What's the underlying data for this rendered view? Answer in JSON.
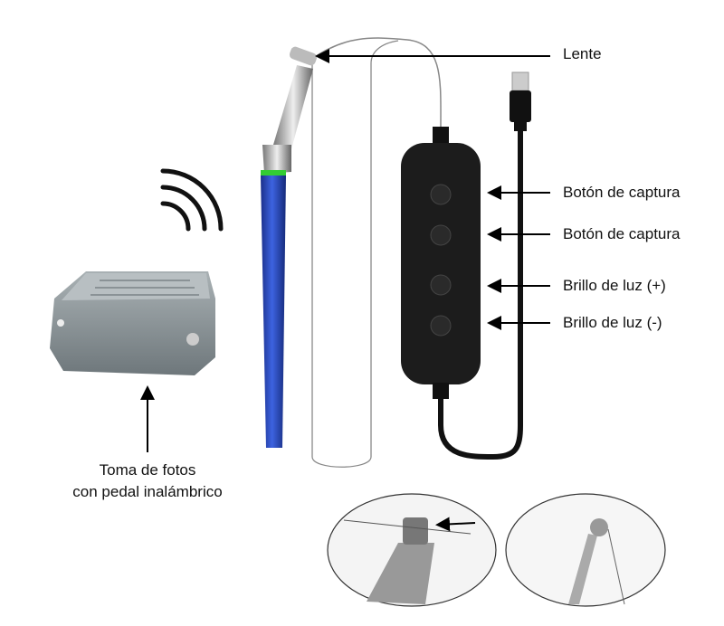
{
  "labels": {
    "lens": "Lente",
    "capture_button_1": "Botón de captura",
    "capture_button_2": "Botón de captura",
    "brightness_up": "Brillo de luz (+)",
    "brightness_down": "Brillo de luz (-)"
  },
  "pedal_caption": {
    "line1": "Toma de fotos",
    "line2": "con pedal inalámbrico"
  },
  "colors": {
    "handle_blue": "#2a4bb8",
    "pedal_gray": "#8f989c",
    "controller_black": "#1a1a1a"
  }
}
